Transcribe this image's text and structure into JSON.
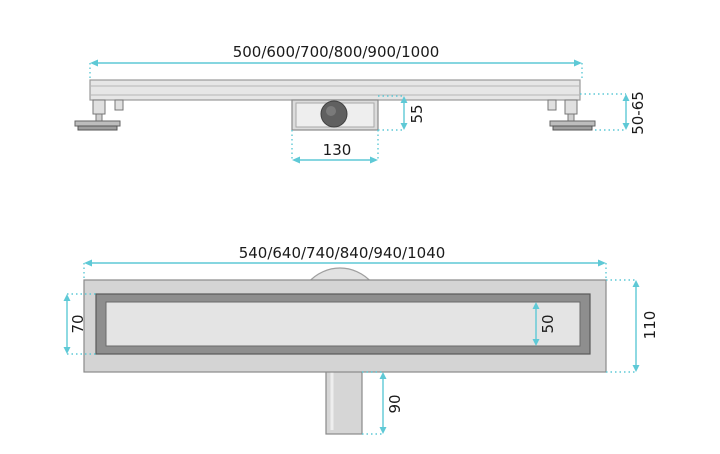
{
  "side_view": {
    "length_label": "500/600/700/800/900/1000",
    "trap_width_label": "130",
    "trap_depth_label": "55",
    "foot_height_label": "50-65"
  },
  "top_view": {
    "length_label": "540/640/740/840/940/1040",
    "outer_height_label": "110",
    "frame_height_label": "70",
    "inner_height_label": "50",
    "outlet_length_label": "90"
  },
  "colors": {
    "dimension": "#5ec9d6",
    "metal": "#c7c7c7",
    "dark": "#555555"
  }
}
